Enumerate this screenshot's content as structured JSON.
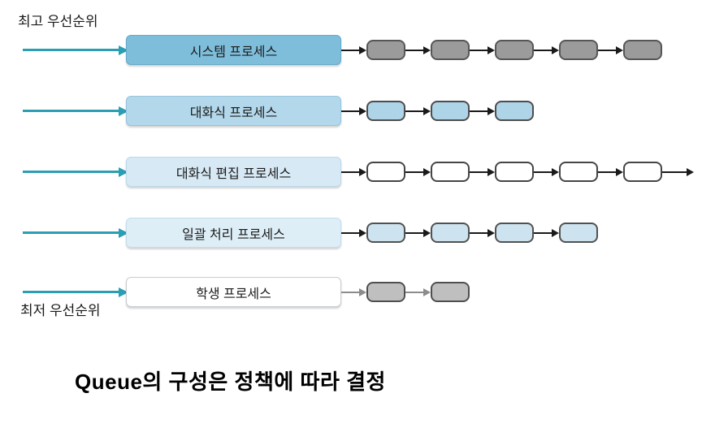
{
  "diagram": {
    "top_priority_label": "최고 우선순위",
    "bottom_priority_label": "최저 우선순위",
    "caption": "Queue의 구성은 정책에 따라 결정"
  },
  "colors": {
    "priority_arrow": "#2B9EB3",
    "default_connector": "#1a1a1a",
    "background": "#ffffff",
    "text": "#1a1a1a"
  },
  "queues": [
    {
      "label": "시스템 프로세스",
      "box_fill": "#7FBEDB",
      "box_border": "#64AACA",
      "item_count": 5,
      "item_fill": "#9B9B9B",
      "item_border": "#565656",
      "connector": "#1a1a1a",
      "trailing_arrow": false
    },
    {
      "label": "대화식 프로세스",
      "box_fill": "#B3D8EB",
      "box_border": "#96C4DD",
      "item_count": 3,
      "item_fill": "#AED4E8",
      "item_border": "#4d4d4d",
      "connector": "#1a1a1a",
      "trailing_arrow": false
    },
    {
      "label": "대화식 편집 프로세스",
      "box_fill": "#D7E9F4",
      "box_border": "#BDD9EA",
      "item_count": 5,
      "item_fill": "#FFFFFF",
      "item_border": "#454545",
      "connector": "#1a1a1a",
      "trailing_arrow": true
    },
    {
      "label": "일괄 처리 프로세스",
      "box_fill": "#DEEEF7",
      "box_border": "#C4DDEC",
      "item_count": 4,
      "item_fill": "#CDE3EF",
      "item_border": "#515151",
      "connector": "#1a1a1a",
      "trailing_arrow": false
    },
    {
      "label": "학생 프로세스",
      "box_fill": "#FFFFFF",
      "box_border": "#C8CCCF",
      "item_count": 2,
      "item_fill": "#BFBFBF",
      "item_border": "#4f4f4f",
      "connector": "#8C8C8C",
      "trailing_arrow": false
    }
  ]
}
